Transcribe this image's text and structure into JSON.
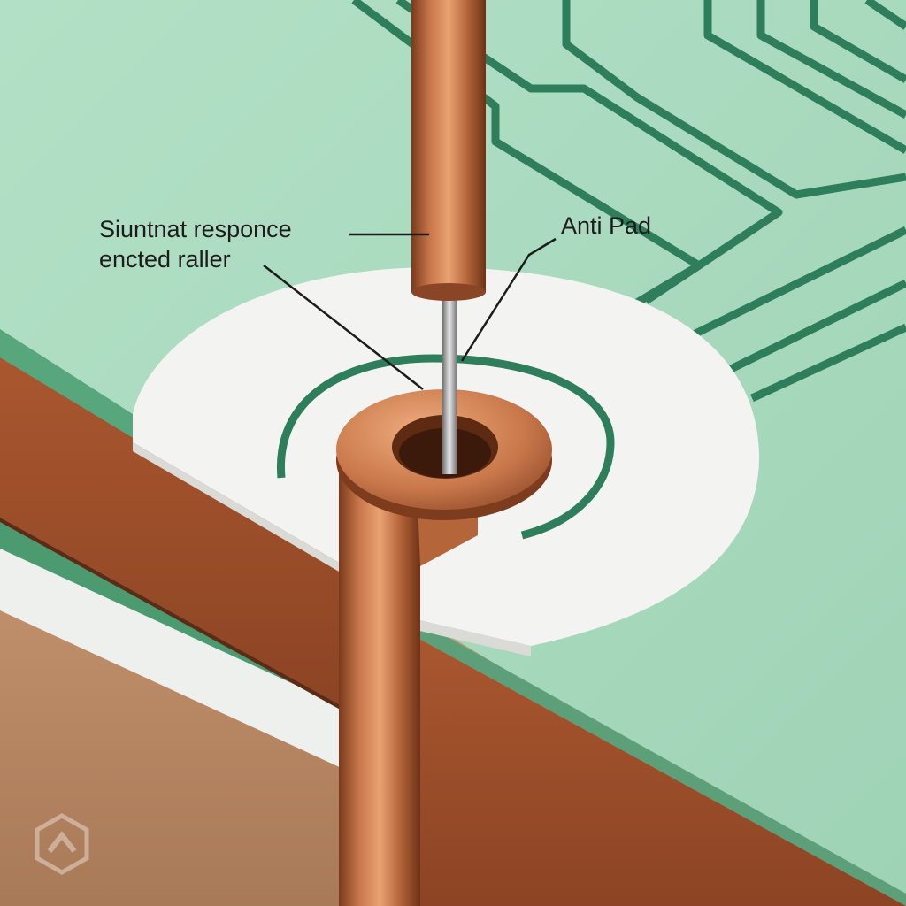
{
  "labels": {
    "stub_line1": "Siuntnat responce",
    "stub_line2": "encted raller",
    "antipad": "Anti Pad"
  },
  "colors": {
    "board_surface": "#a9d9bf",
    "trace": "#2e7d5b",
    "antipad": "#f3f3f1",
    "copper": "#c8774a",
    "copper_dark": "#8a4526",
    "core_layer": "#a4532f",
    "prepreg_layer": "#e9ecea",
    "inner_plane": "#3f8f66",
    "lower_core": "#b58561"
  },
  "icons": {
    "corner_logo": "watermark-logo-icon"
  }
}
